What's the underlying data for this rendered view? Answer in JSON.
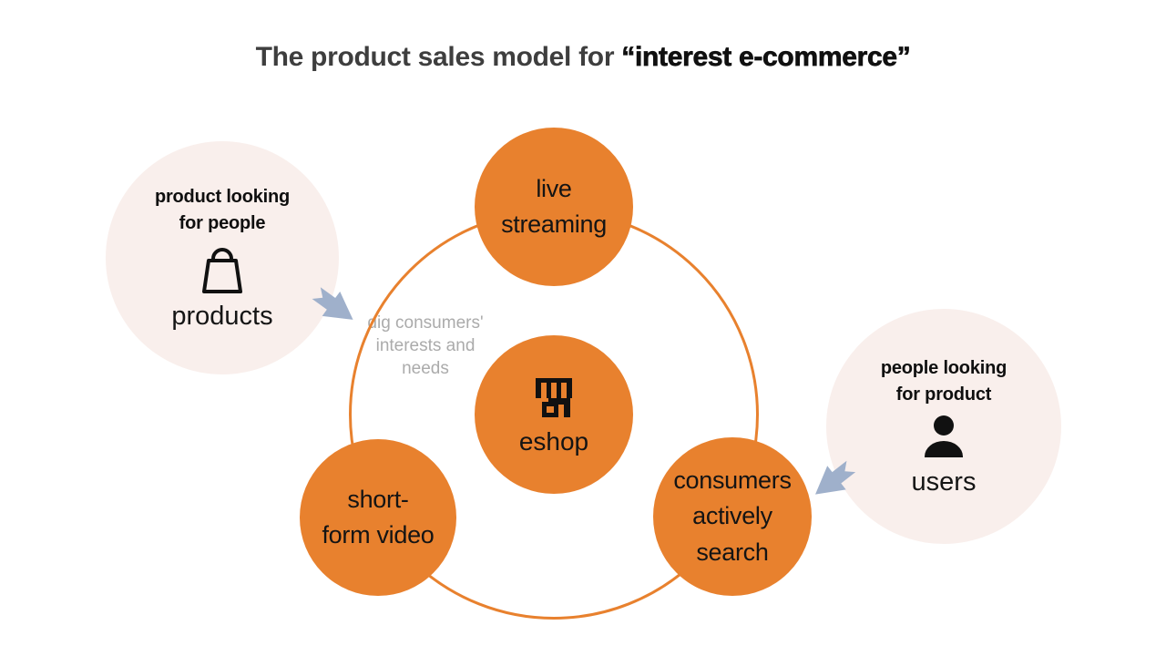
{
  "title": {
    "part1": "The product sales model for ",
    "part2": "“interest e-commerce”"
  },
  "colors": {
    "orange": "#e8812e",
    "light_pink": "#f9efec",
    "arrow_blue_gray": "#9fb0cb",
    "annotation_gray": "#ababab",
    "title_dark": "#3e3e3e",
    "text_black": "#141414"
  },
  "diagram": {
    "annotation": "dig consumers'\ninterests and\nneeds",
    "center_node": {
      "label": "eshop",
      "icon": "storefront-icon"
    },
    "orbit_nodes": [
      {
        "id": "live-streaming",
        "label": "live\nstreaming"
      },
      {
        "id": "short-form-video",
        "label": "short-\nform video"
      },
      {
        "id": "consumers-actively-search",
        "label": "consumers\nactively\nsearch"
      }
    ]
  },
  "left_group": {
    "heading": "product looking\nfor people",
    "icon": "shopping-bag-icon",
    "label": "products"
  },
  "right_group": {
    "heading": "people looking\nfor product",
    "icon": "person-icon",
    "label": "users"
  }
}
